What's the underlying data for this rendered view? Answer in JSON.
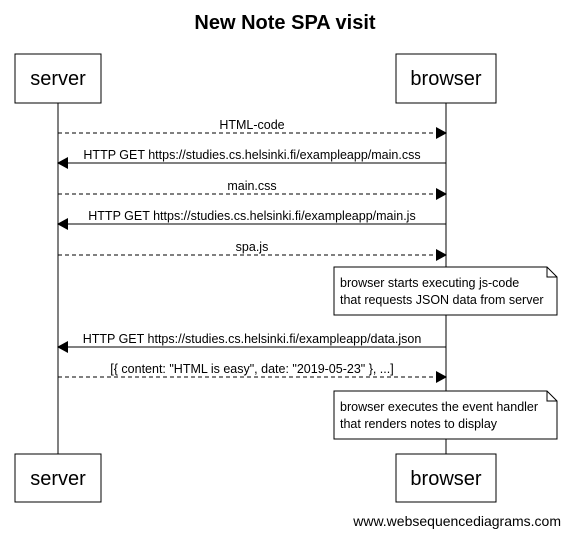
{
  "diagram": {
    "title": "New Note SPA visit",
    "credit": "www.websequencediagrams.com",
    "participants": [
      {
        "id": "server",
        "label": "server"
      },
      {
        "id": "browser",
        "label": "browser"
      }
    ],
    "steps": [
      {
        "kind": "message",
        "from": "server",
        "to": "browser",
        "style": "dashed",
        "text": "HTML-code"
      },
      {
        "kind": "message",
        "from": "browser",
        "to": "server",
        "style": "solid",
        "text": "HTTP GET https://studies.cs.helsinki.fi/exampleapp/main.css"
      },
      {
        "kind": "message",
        "from": "server",
        "to": "browser",
        "style": "dashed",
        "text": "main.css"
      },
      {
        "kind": "message",
        "from": "browser",
        "to": "server",
        "style": "solid",
        "text": "HTTP GET https://studies.cs.helsinki.fi/exampleapp/main.js"
      },
      {
        "kind": "message",
        "from": "server",
        "to": "browser",
        "style": "dashed",
        "text": "spa.js"
      },
      {
        "kind": "note",
        "over": "browser",
        "lines": [
          "browser starts executing js-code",
          "that requests JSON data from server"
        ]
      },
      {
        "kind": "message",
        "from": "browser",
        "to": "server",
        "style": "solid",
        "text": "HTTP GET https://studies.cs.helsinki.fi/exampleapp/data.json"
      },
      {
        "kind": "message",
        "from": "server",
        "to": "browser",
        "style": "dashed",
        "text": "[{ content: \"HTML is easy\", date: \"2019-05-23\" }, ...]"
      },
      {
        "kind": "note",
        "over": "browser",
        "lines": [
          "browser executes the event handler",
          "that renders notes to display"
        ]
      }
    ]
  }
}
